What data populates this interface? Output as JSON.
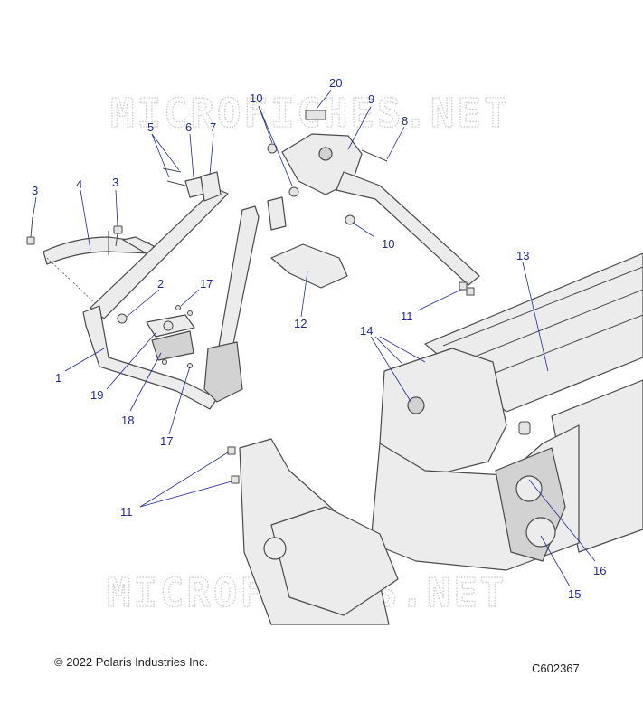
{
  "watermark": "MICROFICHES.NET",
  "callouts": [
    {
      "id": "c20",
      "label": "20"
    },
    {
      "id": "c10a",
      "label": "10"
    },
    {
      "id": "c9",
      "label": "9"
    },
    {
      "id": "c8",
      "label": "8"
    },
    {
      "id": "c5",
      "label": "5"
    },
    {
      "id": "c6",
      "label": "6"
    },
    {
      "id": "c7",
      "label": "7"
    },
    {
      "id": "c3a",
      "label": "3"
    },
    {
      "id": "c4",
      "label": "4"
    },
    {
      "id": "c3b",
      "label": "3"
    },
    {
      "id": "c10b",
      "label": "10"
    },
    {
      "id": "c13",
      "label": "13"
    },
    {
      "id": "c2",
      "label": "2"
    },
    {
      "id": "c17a",
      "label": "17"
    },
    {
      "id": "c12",
      "label": "12"
    },
    {
      "id": "c11a",
      "label": "11"
    },
    {
      "id": "c14",
      "label": "14"
    },
    {
      "id": "c1",
      "label": "1"
    },
    {
      "id": "c19",
      "label": "19"
    },
    {
      "id": "c18",
      "label": "18"
    },
    {
      "id": "c17b",
      "label": "17"
    },
    {
      "id": "c11b",
      "label": "11"
    },
    {
      "id": "c16",
      "label": "16"
    },
    {
      "id": "c15",
      "label": "15"
    }
  ],
  "footer": {
    "copyright": "© 2022 Polaris Industries Inc.",
    "diagram_code": "C602367"
  }
}
